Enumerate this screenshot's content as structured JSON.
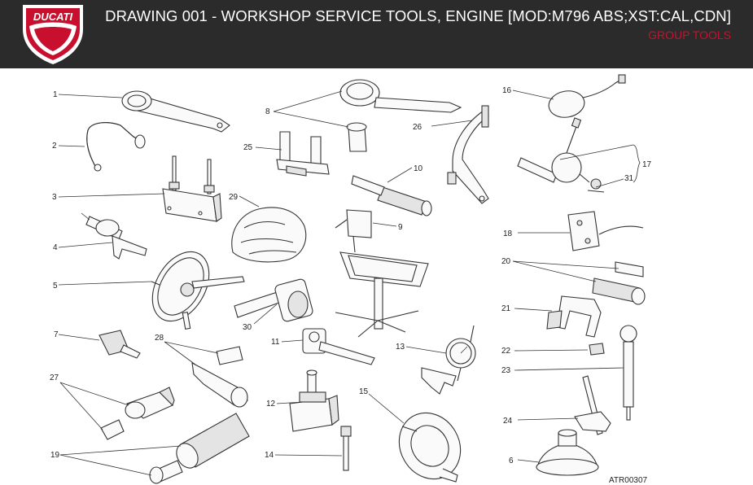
{
  "header": {
    "brand": "DUCATI",
    "title": "DRAWING 001 - WORKSHOP SERVICE TOOLS, ENGINE [MOD:M796 ABS;XST:CAL,CDN]",
    "subtitle": "GROUP TOOLS",
    "colors": {
      "background": "#2b2b2b",
      "accent": "#c8102e",
      "title": "#ffffff"
    }
  },
  "diagram": {
    "code": "ATR00307",
    "callouts": [
      "1",
      "2",
      "3",
      "4",
      "5",
      "7",
      "27",
      "19",
      "28",
      "30",
      "25",
      "29",
      "8",
      "26",
      "10",
      "9",
      "11",
      "13",
      "12",
      "14",
      "15",
      "16",
      "17",
      "31",
      "18",
      "20",
      "21",
      "22",
      "23",
      "24",
      "6"
    ]
  }
}
